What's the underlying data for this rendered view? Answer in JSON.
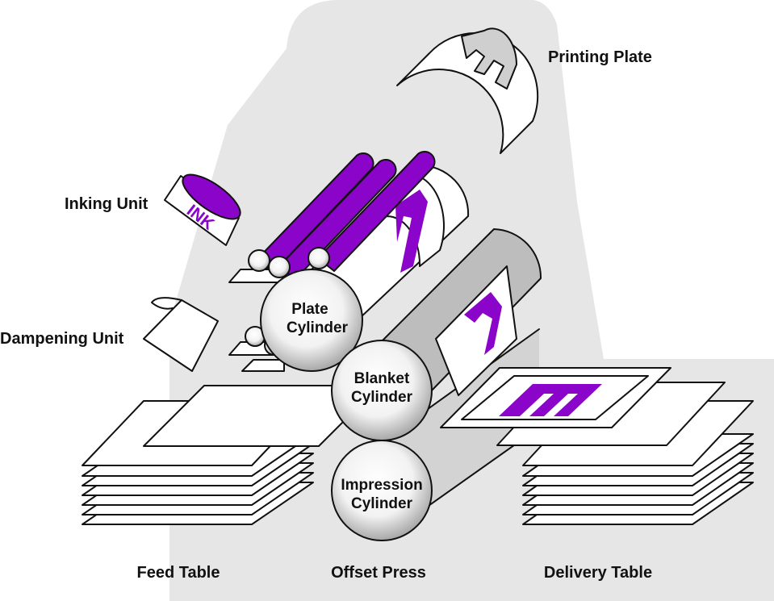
{
  "labels": {
    "printing_plate": "Printing Plate",
    "inking_unit": "Inking Unit",
    "dampening_unit": "Dampening Unit",
    "feed_table": "Feed Table",
    "offset_press": "Offset Press",
    "delivery_table": "Delivery Table"
  },
  "cylinders": {
    "plate": [
      "Plate",
      "Cylinder"
    ],
    "blanket": [
      "Blanket",
      "Cylinder"
    ],
    "impression": [
      "Impression",
      "Cylinder"
    ]
  },
  "ink_can_text": "INK",
  "colors": {
    "ink": "#8a05c9",
    "background_shape": "#e6e6e6",
    "blanket": "#bdbdbd",
    "outline": "#111111"
  }
}
